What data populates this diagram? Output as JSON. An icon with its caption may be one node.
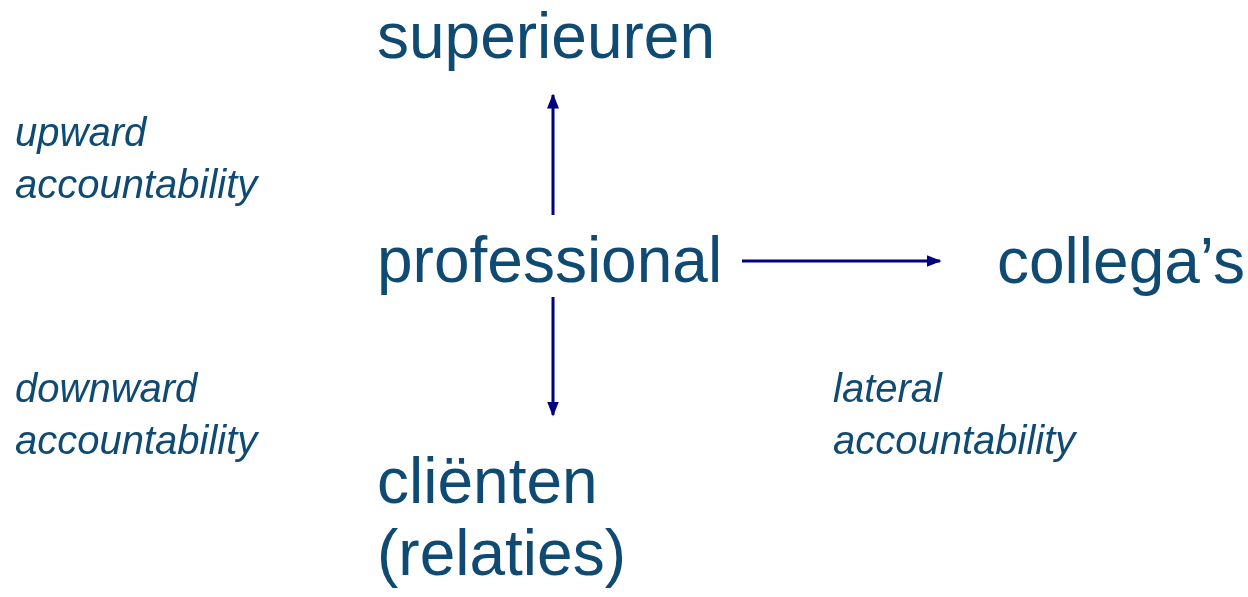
{
  "diagram": {
    "nodes": [
      {
        "text": [
          "superieuren"
        ]
      },
      {
        "text": [
          "professional"
        ]
      },
      {
        "text": [
          "collega’s"
        ]
      },
      {
        "text": [
          "cliënten (relaties)"
        ]
      }
    ],
    "edges": [
      {
        "from": 1,
        "to": 0,
        "arrow": "to"
      },
      {
        "from": 1,
        "to": 2,
        "arrow": "to"
      },
      {
        "from": 1,
        "to": 3,
        "arrow": "to"
      }
    ],
    "labels": [
      "upward accountability",
      "downward accountability",
      "lateral accountability"
    ]
  }
}
